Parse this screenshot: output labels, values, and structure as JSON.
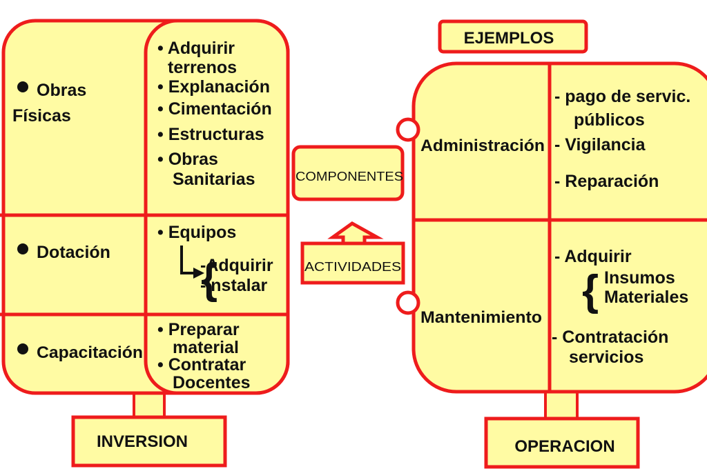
{
  "colors": {
    "fill": "#FFFBA3",
    "stroke": "#EE1C1C",
    "text": "#111111"
  },
  "left": {
    "rows": [
      {
        "label_line1": "Obras",
        "label_line2": "Físicas",
        "items": [
          "• Adquirir",
          "terrenos",
          "• Explanación",
          "• Cimentación",
          "• Estructuras",
          "• Obras",
          "Sanitarias"
        ]
      },
      {
        "label": "Dotación",
        "items": [
          "• Equipos"
        ],
        "sub_items": [
          "-Adquirir",
          "-Instalar"
        ]
      },
      {
        "label": "Capacitación",
        "items": [
          "• Preparar",
          "material",
          "• Contratar",
          "Docentes"
        ]
      }
    ],
    "footer": "INVERSION"
  },
  "center": {
    "top_label": "COMPONENTES",
    "bottom_label": "ACTIVIDADES"
  },
  "right": {
    "header": "EJEMPLOS",
    "rows": [
      {
        "label": "Administración",
        "items": [
          "- pago de servic.",
          "públicos",
          "- Vigilancia",
          "- Reparación"
        ]
      },
      {
        "label": "Mantenimiento",
        "items": [
          "- Adquirir",
          "Insumos",
          "Materiales",
          "- Contratación",
          "servicios"
        ]
      }
    ],
    "footer": "OPERACION"
  }
}
